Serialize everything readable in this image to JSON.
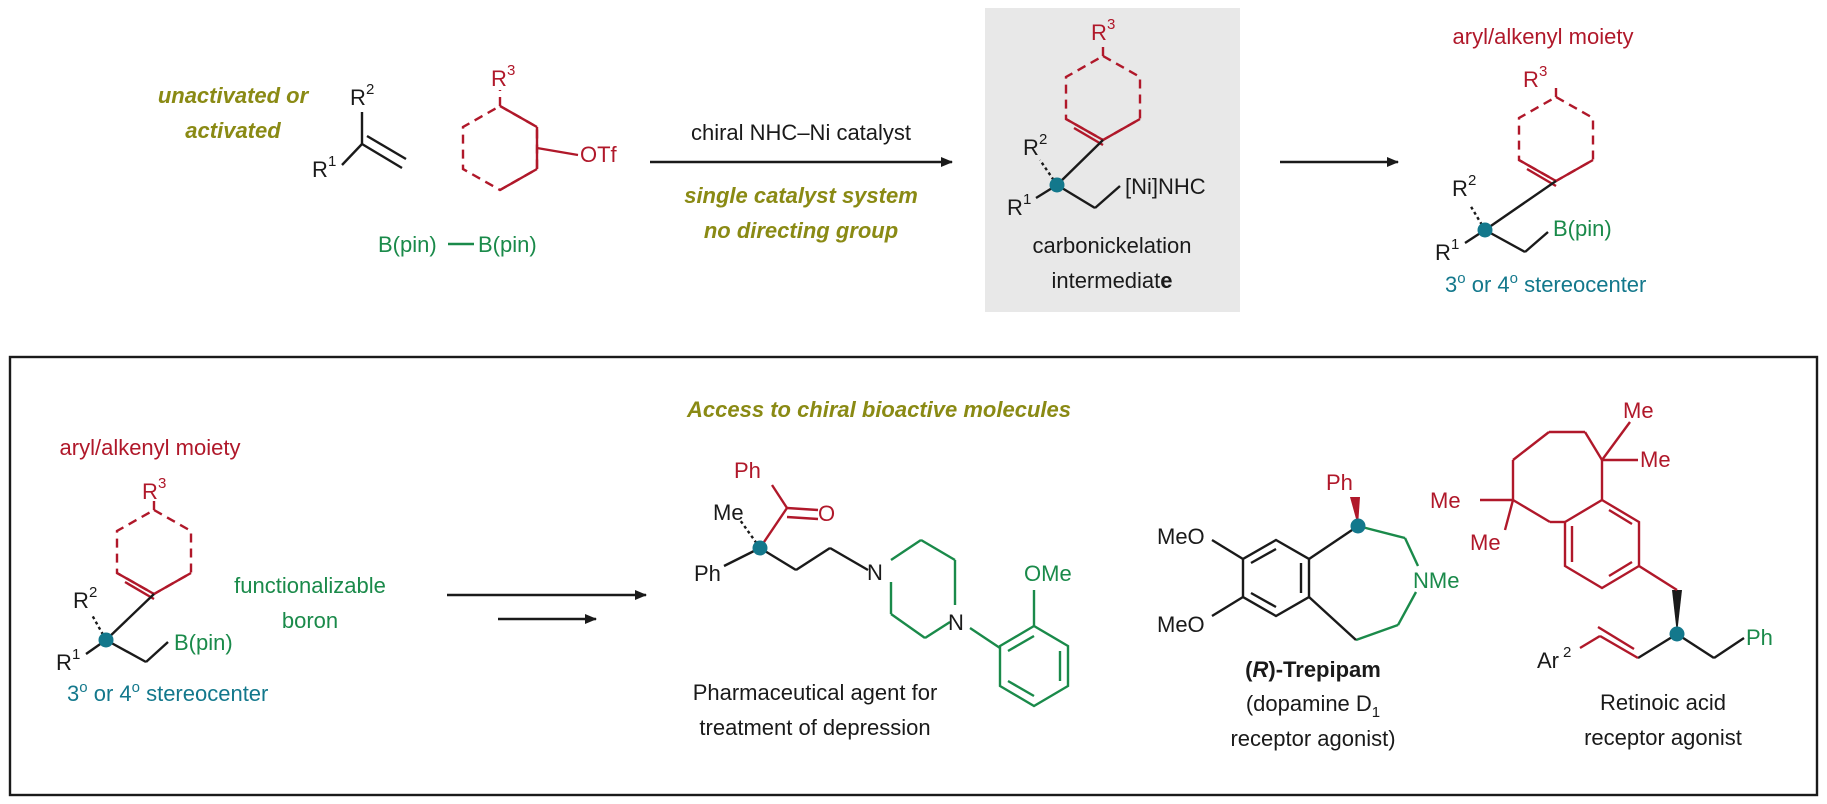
{
  "top": {
    "substrate_label": [
      "unactivated or",
      "activated"
    ],
    "alkene": {
      "r1": "R",
      "r1_sup": "1",
      "r2": "R",
      "r2_sup": "2"
    },
    "aryl_triflate": {
      "r3": "R",
      "r3_sup": "3",
      "otf": "OTf"
    },
    "diboron": {
      "left": "B(pin)",
      "right": "B(pin)"
    },
    "conditions": {
      "catalyst": "chiral NHC–Ni catalyst",
      "notes": [
        "single catalyst system",
        "no directing group"
      ]
    },
    "intermediate": {
      "r3": "R",
      "r3_sup": "3",
      "r2": "R",
      "r2_sup": "2",
      "r1": "R",
      "r1_sup": "1",
      "metal": "[Ni]NHC",
      "caption_line1": "carbonickelation",
      "caption_line2_a": "intermediat",
      "caption_line2_b": "e"
    },
    "product": {
      "heading": "aryl/alkenyl moiety",
      "r3": "R",
      "r3_sup": "3",
      "r2": "R",
      "r2_sup": "2",
      "r1": "R",
      "r1_sup": "1",
      "boron": "B(pin)",
      "stereo": {
        "a": "3",
        "b": " or 4",
        "c": " stereocenter",
        "deg": "o"
      }
    }
  },
  "bottom": {
    "title": "Access to chiral bioactive molecules",
    "left": {
      "heading": "aryl/alkenyl moiety",
      "r3": "R",
      "r3_sup": "3",
      "r2": "R",
      "r2_sup": "2",
      "r1": "R",
      "r1_sup": "1",
      "boron": "B(pin)",
      "note": [
        "functionalizable",
        "boron"
      ],
      "stereo": {
        "a": "3",
        "b": " or 4",
        "c": " stereocenter",
        "deg": "o"
      }
    },
    "pharma": {
      "ph_top": "Ph",
      "o": "O",
      "me": "Me",
      "ph_left": "Ph",
      "n1": "N",
      "n2": "N",
      "ome": "OMe",
      "caption": [
        "Pharmaceutical agent for",
        "treatment of depression"
      ]
    },
    "trepipam": {
      "ph": "Ph",
      "meo1": "MeO",
      "meo2": "MeO",
      "nme": "NMe",
      "name_r": "R",
      "name_rest": "-Trepipam",
      "paren_l": "(",
      "paren_r": ")",
      "desc1": "(dopamine D",
      "desc1_sub": "1",
      "desc2": "receptor agonist)"
    },
    "retinoic": {
      "me1": "Me",
      "me2": "Me",
      "me3": "Me",
      "me4": "Me",
      "ar": "Ar",
      "ar_sup": "2",
      "ph": "Ph",
      "caption": [
        "Retinoic acid",
        "receptor agonist"
      ]
    }
  }
}
